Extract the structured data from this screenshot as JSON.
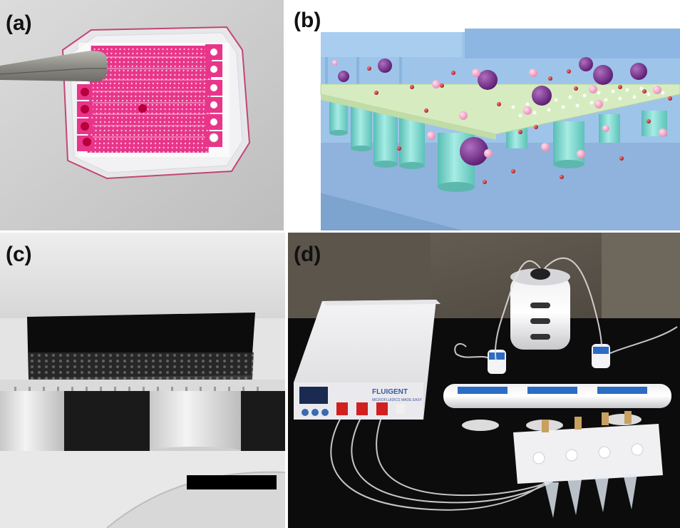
{
  "panels": {
    "a": {
      "label": "(a)"
    },
    "b": {
      "label": "(b)"
    },
    "c": {
      "label": "(c)"
    },
    "d": {
      "label": "(d)",
      "device_brand": "FLUIGENT",
      "device_subtitle": "MICROFLUIDICS MADE EASY"
    }
  },
  "colors": {
    "chip_magenta": "#e0287a",
    "model_blue": "#8eb6e0",
    "model_pillar": "#86d8d0",
    "membrane": "#d8ecc0",
    "particle_purple": "#7a2a8c",
    "particle_pink": "#f0a8c8",
    "particle_red": "#c0202a"
  }
}
